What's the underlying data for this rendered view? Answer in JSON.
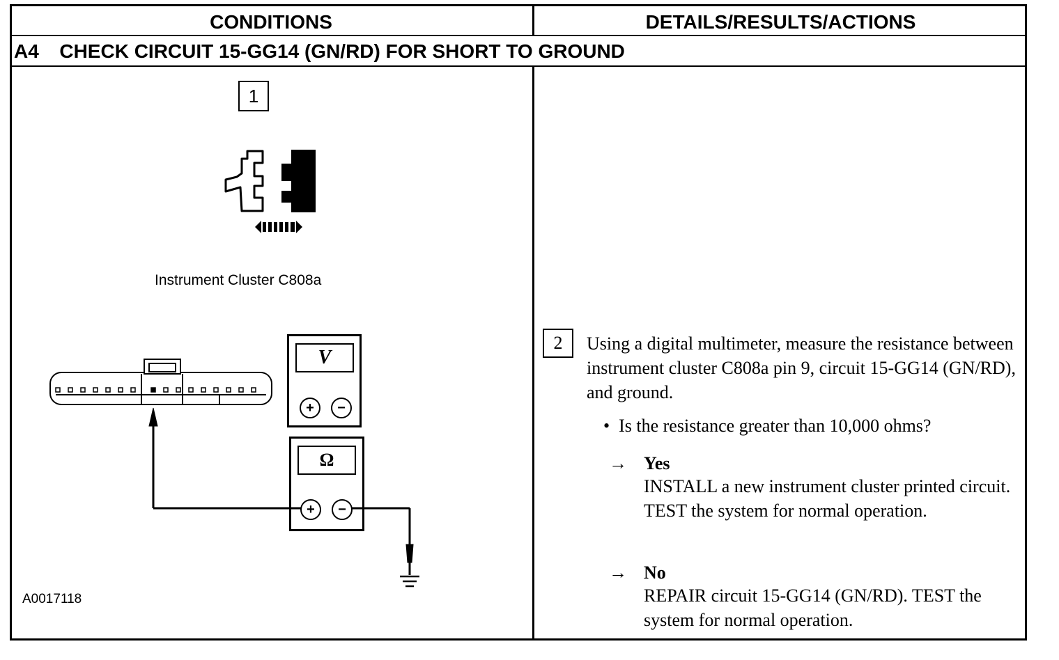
{
  "header": {
    "conditions": "CONDITIONS",
    "details": "DETAILS/RESULTS/ACTIONS"
  },
  "step": {
    "id": "A4",
    "title": "CHECK CIRCUIT 15-GG14 (GN/RD) FOR SHORT TO GROUND"
  },
  "conditions": {
    "step1_number": "1",
    "connector_caption": "Instrument Cluster C808a",
    "meter_voltage_symbol": "V",
    "meter_ohm_symbol": "Ω",
    "figure_id": "A0017118"
  },
  "details": {
    "step2_number": "2",
    "instruction": "Using a digital multimeter, measure the resistance between instrument cluster C808a pin 9, circuit 15-GG14 (GN/RD), and ground.",
    "question": "Is the resistance greater than 10,000 ohms?",
    "answers": [
      {
        "label": "Yes",
        "action": "INSTALL a new instrument cluster printed circuit. TEST the system for normal operation."
      },
      {
        "label": "No",
        "action": "REPAIR circuit 15-GG14 (GN/RD). TEST the system for normal operation."
      }
    ]
  }
}
